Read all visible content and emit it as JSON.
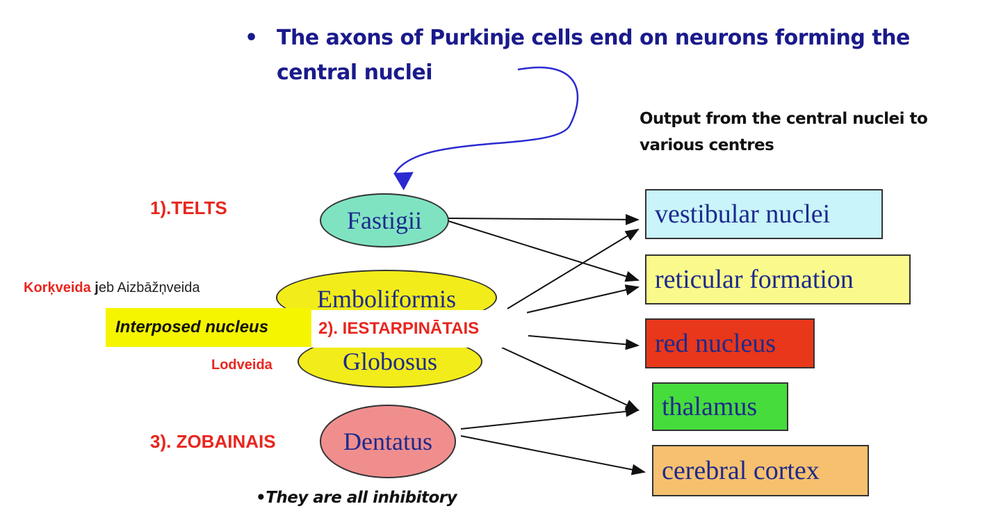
{
  "heading": {
    "bullet": "•",
    "text": "The axons of Purkinje cells end on neurons forming the central nuclei"
  },
  "output_label": "Output from the central nuclei to various centres",
  "nuclei": [
    {
      "id": "fastigii",
      "label": "Fastigii",
      "color": "#7fe3c2"
    },
    {
      "id": "emboliformis",
      "label": "Emboliformis",
      "color": "#f2ec1a"
    },
    {
      "id": "globosus",
      "label": "Globosus",
      "color": "#f2ec1a"
    },
    {
      "id": "dentatus",
      "label": "Dentatus",
      "color": "#f08e8e"
    }
  ],
  "targets": [
    {
      "id": "vestibular",
      "label": "vestibular nuclei",
      "color": "#c8f4fa"
    },
    {
      "id": "reticular",
      "label": "reticular formation",
      "color": "#fafa8c"
    },
    {
      "id": "red",
      "label": "red nucleus",
      "color": "#e8371a"
    },
    {
      "id": "thalamus",
      "label": "thalamus",
      "color": "#46dc3c"
    },
    {
      "id": "cortex",
      "label": "cerebral cortex",
      "color": "#f7c06e"
    }
  ],
  "annotations": {
    "telts": "1).TELTS",
    "korkveida_red": "Korķveida ",
    "korkveida_j": "j",
    "korkveida_rest": "eb Aizbāžņveida",
    "interposed": "Interposed nucleus",
    "iestarpinatais": "2). IESTARPINĀTAIS",
    "lodveida": "Lodveida",
    "zobainais": "3). ZOBAINAIS"
  },
  "footer": "•They are all inhibitory",
  "colors": {
    "heading": "#1a1a8c",
    "node_text": "#1d2a8c",
    "annotation_red": "#e8261e",
    "highlight_yellow": "#f5f500",
    "curve_blue": "#2a2ad0"
  }
}
